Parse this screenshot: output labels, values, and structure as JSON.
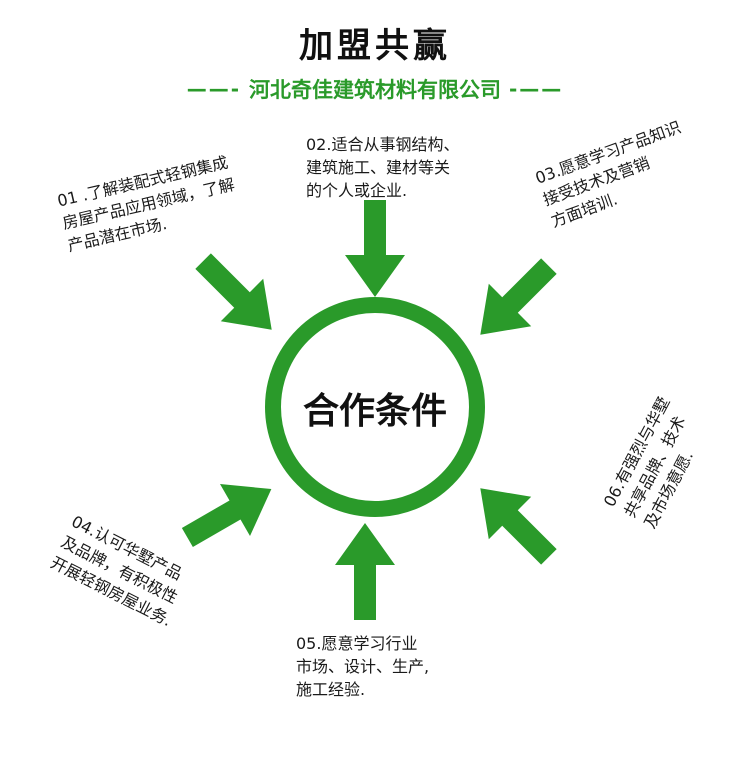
{
  "header": {
    "title": "加盟共赢",
    "dash_left": "——-",
    "company": "河北奇佳建筑材料有限公司",
    "dash_right": "-——"
  },
  "center": {
    "label": "合作条件"
  },
  "conditions": [
    {
      "text": "01 .了解装配式轻钢集成\n房屋产品应用领域，了解\n产品潜在市场."
    },
    {
      "text": "02.适合从事钢结构、\n建筑施工、建材等关\n的个人或企业."
    },
    {
      "text": "03.愿意学习产品知识\n接受技术及营销\n方面培训."
    },
    {
      "text": "04.认可华墅产品\n及品牌，有积极性\n开展轻钢房屋业务."
    },
    {
      "text": "05.愿意学习行业\n市场、设计、生产,\n施工经验."
    },
    {
      "text": "06.有强烈与华墅\n共享品牌、技术\n及市场意愿."
    }
  ],
  "colors": {
    "accent": "#2a9a2a",
    "text": "#111111"
  }
}
